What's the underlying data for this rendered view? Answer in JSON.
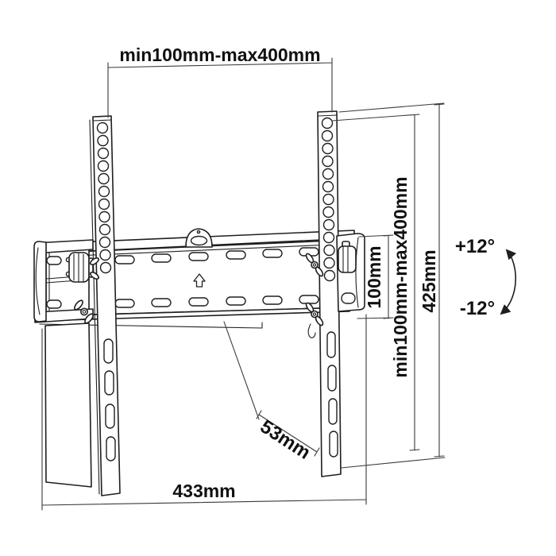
{
  "page": {
    "background": "#ffffff",
    "subject": "Tilting TV wall-mount bracket dimensional line drawing"
  },
  "diagram": {
    "line_color": "#1f1f1f",
    "dimension_line_color": "#3a3a3a",
    "labels": {
      "vesa_width": "min100mm-max400mm",
      "vesa_height": "min100mm-max400mm",
      "bracket_height": "425mm",
      "wall_plate_height": "100mm",
      "depth": "53mm",
      "overall_width": "433mm",
      "tilt_up": "+12°",
      "tilt_down": "-12°"
    }
  }
}
